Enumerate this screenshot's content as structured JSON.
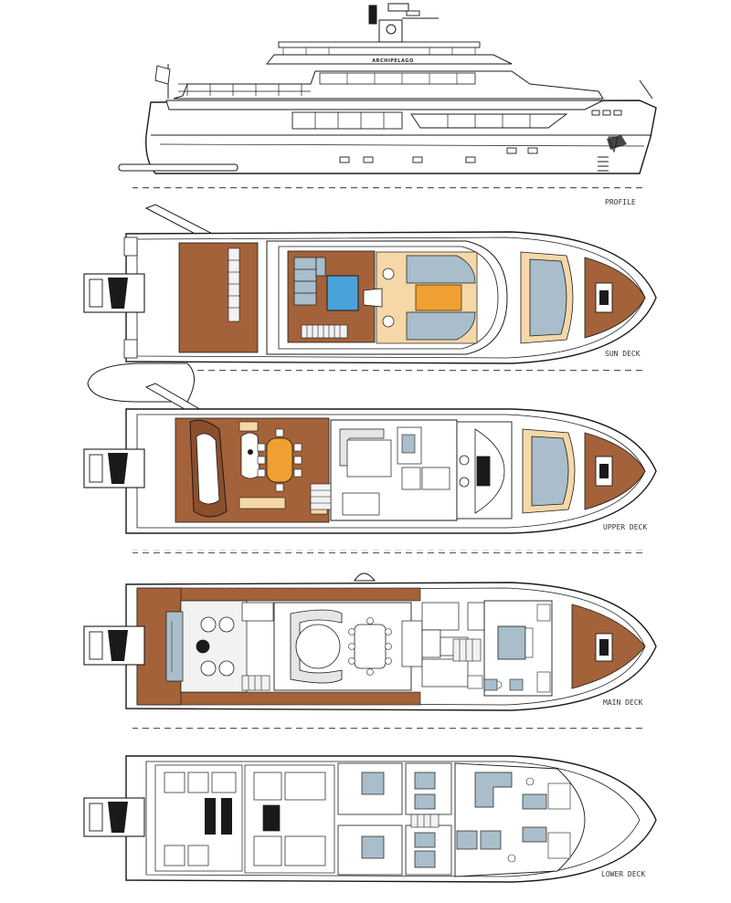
{
  "drawing": {
    "vessel_name": "ARCHIPELAGO",
    "views": [
      {
        "id": "profile",
        "label": "PROFILE"
      },
      {
        "id": "sun_deck",
        "label": "SUN DECK"
      },
      {
        "id": "upper_deck",
        "label": "UPPER DECK"
      },
      {
        "id": "main_deck",
        "label": "MAIN DECK"
      },
      {
        "id": "lower_deck",
        "label": "LOWER DECK"
      }
    ]
  },
  "colors": {
    "teak": "#a4623a",
    "teak_dark": "#8b4f2c",
    "line": "#1a1a1a",
    "glass": "#a9bdca",
    "cushion": "#f0a030",
    "cushion_light": "#f6d8a8",
    "pool": "#4aa3d8",
    "floor": "#f2f2f2",
    "shade": "#e6e6e6"
  }
}
